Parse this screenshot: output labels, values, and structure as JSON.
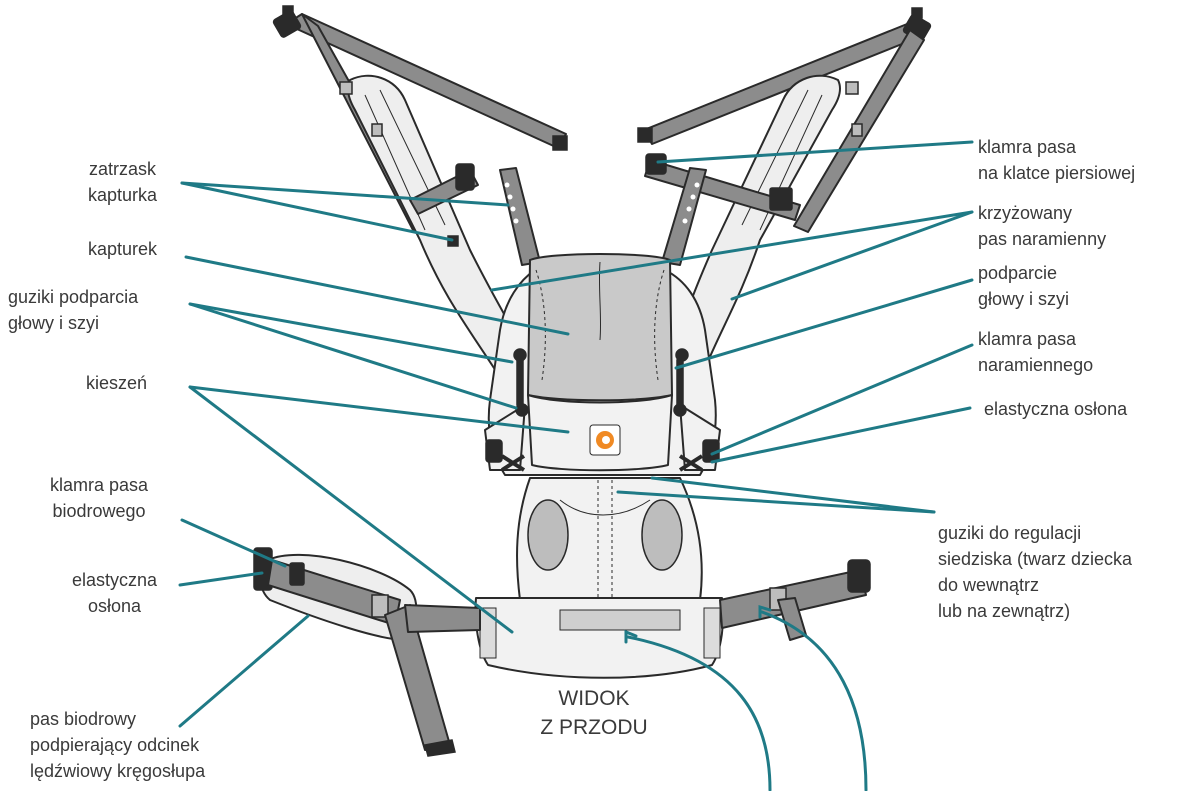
{
  "labels": {
    "zatrzask": [
      "zatrzask",
      "kapturka"
    ],
    "kapturek": [
      "kapturek"
    ],
    "guziki_podparcia": [
      "guziki podparcia",
      "głowy i szyi"
    ],
    "kieszen": [
      "kieszeń"
    ],
    "klamra_biodrowego": [
      "klamra pasa",
      "biodrowego"
    ],
    "elastyczna_left": [
      "elastyczna",
      "osłona"
    ],
    "pas_biodrowy": [
      "pas biodrowy",
      "podpierający odcinek",
      "lędźwiowy kręgosłupa"
    ],
    "klamra_piersiowej": [
      "klamra pasa",
      "na klatce piersiowej"
    ],
    "krzyzowany": [
      "krzyżowany",
      "pas naramienny"
    ],
    "podparcie": [
      "podparcie",
      "głowy i szyi"
    ],
    "klamra_naramiennego": [
      "klamra pasa",
      "naramiennego"
    ],
    "elastyczna_right": [
      "elastyczna osłona"
    ],
    "guziki_regulacji": [
      "guziki do regulacji",
      "siedziska (twarz dziecka",
      "do wewnątrz",
      "lub na zewnątrz)"
    ],
    "widok": [
      "WIDOK",
      "Z PRZODU"
    ]
  },
  "colors": {
    "leader": "#1f7a86",
    "strap": "#8c8c8c",
    "outline": "#2a2a2a",
    "panel": "#f2f2f2",
    "hood": "#c9c9c9",
    "text": "#3a3a3a",
    "logo_orange": "#f08a24"
  }
}
